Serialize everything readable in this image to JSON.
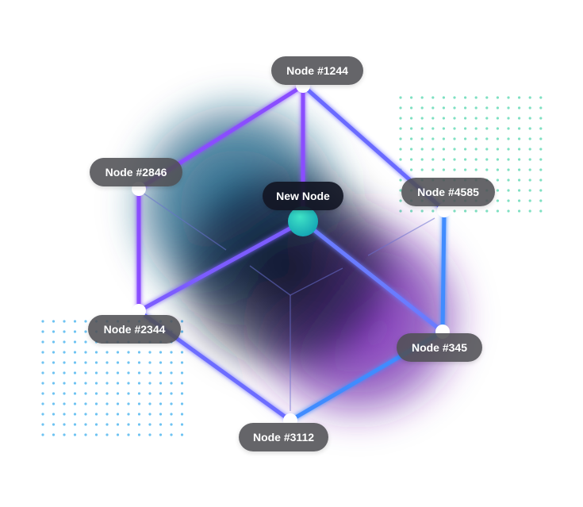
{
  "colors": {
    "edge_purple": "#8a4dff",
    "edge_blue": "#3f8cff",
    "center_node": "#1ec6b8",
    "node_fill": "#ffffff",
    "label_bg": "#505054",
    "dots_green": "#7fe0c2",
    "dots_blue": "#6ec3f2"
  },
  "center_node": {
    "label": "New Node"
  },
  "nodes": [
    {
      "id": "n1244",
      "label": "Node #1244"
    },
    {
      "id": "n2846",
      "label": "Node #2846"
    },
    {
      "id": "n4585",
      "label": "Node #4585"
    },
    {
      "id": "n2344",
      "label": "Node #2344"
    },
    {
      "id": "n345",
      "label": "Node #345"
    },
    {
      "id": "n3112",
      "label": "Node #3112"
    }
  ]
}
